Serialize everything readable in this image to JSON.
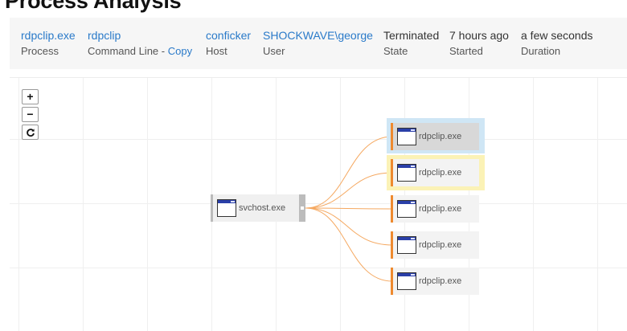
{
  "page": {
    "title": "Process Analysis"
  },
  "info": {
    "process": {
      "value": "rdpclip.exe",
      "label": "Process"
    },
    "command_line": {
      "value": "rdpclip",
      "label": "Command Line - ",
      "copy_label": "Copy"
    },
    "host": {
      "value": "conficker",
      "label": "Host"
    },
    "user": {
      "value": "SHOCKWAVE\\george",
      "label": "User"
    },
    "state": {
      "value": "Terminated",
      "label": "State"
    },
    "started": {
      "value": "7 hours ago",
      "label": "Started"
    },
    "duration": {
      "value": "a few seconds",
      "label": "Duration"
    }
  },
  "graph": {
    "zoom_in_label": "+",
    "zoom_out_label": "−",
    "reset_icon": "refresh-icon",
    "parent": {
      "name": "svchost.exe"
    },
    "children": [
      {
        "name": "rdpclip.exe",
        "highlight": "selected"
      },
      {
        "name": "rdpclip.exe",
        "highlight": "hover"
      },
      {
        "name": "rdpclip.exe",
        "highlight": "none"
      },
      {
        "name": "rdpclip.exe",
        "highlight": "none"
      },
      {
        "name": "rdpclip.exe",
        "highlight": "none"
      }
    ],
    "colors": {
      "edge": "#f5a860",
      "child_bar": "#ee8a2f",
      "parent_bar": "#bbbbbb",
      "selected_halo": "#cfe6f5",
      "hover_halo": "#fbf2b6",
      "link": "#2a7ac9"
    }
  }
}
